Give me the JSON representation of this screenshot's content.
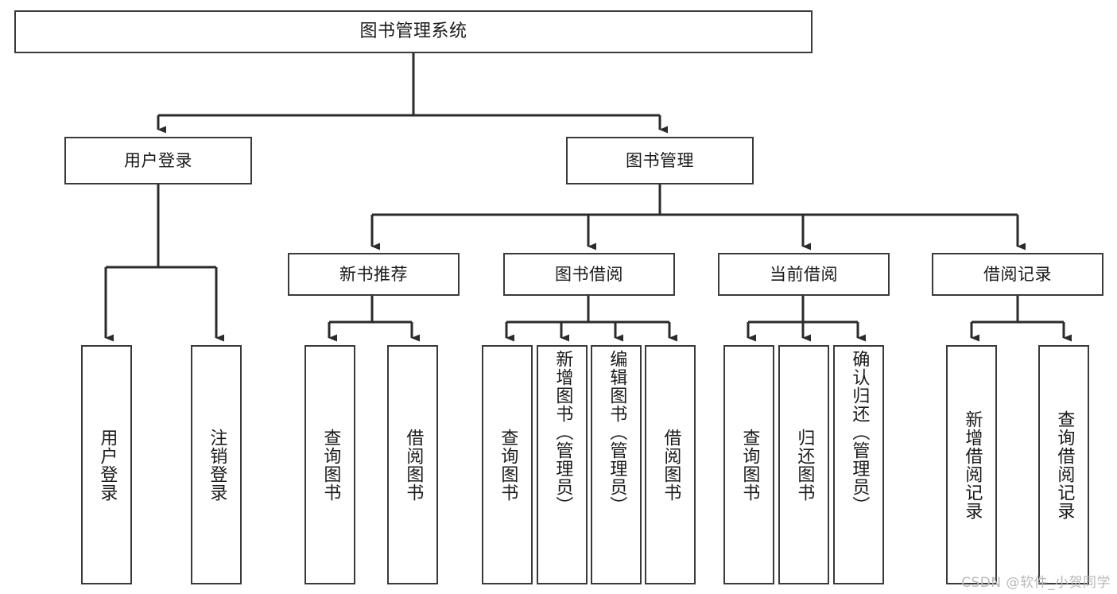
{
  "diagram": {
    "title": "图书管理系统",
    "type": "tree-hierarchy-chart",
    "root": {
      "label": "图书管理系统"
    },
    "level2": [
      {
        "label": "用户登录"
      },
      {
        "label": "图书管理"
      }
    ],
    "level3": [
      {
        "label": "新书推荐"
      },
      {
        "label": "图书借阅"
      },
      {
        "label": "当前借阅"
      },
      {
        "label": "借阅记录"
      }
    ],
    "leaves": {
      "user_login": [
        {
          "label": "用户登录"
        },
        {
          "label": "注销登录"
        }
      ],
      "new_book_recommend": [
        {
          "label": "查询图书"
        },
        {
          "label": "借阅图书"
        }
      ],
      "book_borrow": [
        {
          "label": "查询图书"
        },
        {
          "label": "新增图书（管理员）"
        },
        {
          "label": "编辑图书（管理员）"
        },
        {
          "label": "借阅图书"
        }
      ],
      "current_borrow": [
        {
          "label": "查询图书"
        },
        {
          "label": "归还图书"
        },
        {
          "label": "确认归还（管理员）"
        }
      ],
      "borrow_record": [
        {
          "label": "新增借阅记录"
        },
        {
          "label": "查询借阅记录"
        }
      ]
    }
  },
  "watermark": {
    "text": "CSDN @软件_小贺同学"
  },
  "colors": {
    "stroke": "#3a3a3a",
    "text": "#1a1a1a",
    "background": "#ffffff",
    "watermark": "#b9b9b9"
  }
}
